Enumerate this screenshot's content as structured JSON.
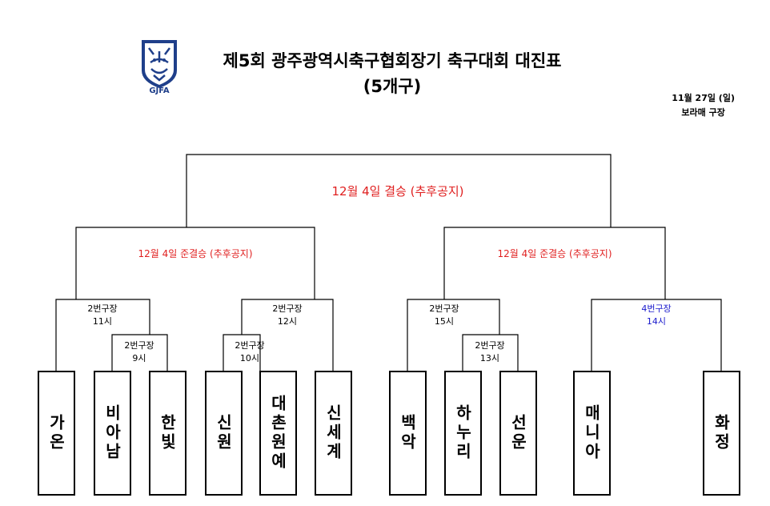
{
  "header": {
    "title_line1": "제5회 광주광역시축구협회장기 축구대회 대진표",
    "title_line2": "(5개구)",
    "logo_text": "GJFA",
    "date": "11월 27일 (일)",
    "venue": "보라매 구장"
  },
  "final": {
    "label": "12월 4일 결승 (추후공지)"
  },
  "semifinals": [
    {
      "label": "12월 4일 준결승 (추후공지)"
    },
    {
      "label": "12월 4일 준결승 (추후공지)"
    }
  ],
  "matches": [
    {
      "field": "2번구장",
      "time": "11시"
    },
    {
      "field": "2번구장",
      "time": "9시"
    },
    {
      "field": "2번구장",
      "time": "12시"
    },
    {
      "field": "2번구장",
      "time": "10시"
    },
    {
      "field": "2번구장",
      "time": "15시"
    },
    {
      "field": "2번구장",
      "time": "13시"
    },
    {
      "field": "4번구장",
      "time": "14시"
    }
  ],
  "teams": [
    "가온",
    "비아남",
    "한빛",
    "신원",
    "대촌원예",
    "신세계",
    "백악",
    "하누리",
    "선운",
    "매니아",
    "화정"
  ],
  "colors": {
    "highlight_red": "#e02020",
    "highlight_blue": "#1a1acc"
  }
}
